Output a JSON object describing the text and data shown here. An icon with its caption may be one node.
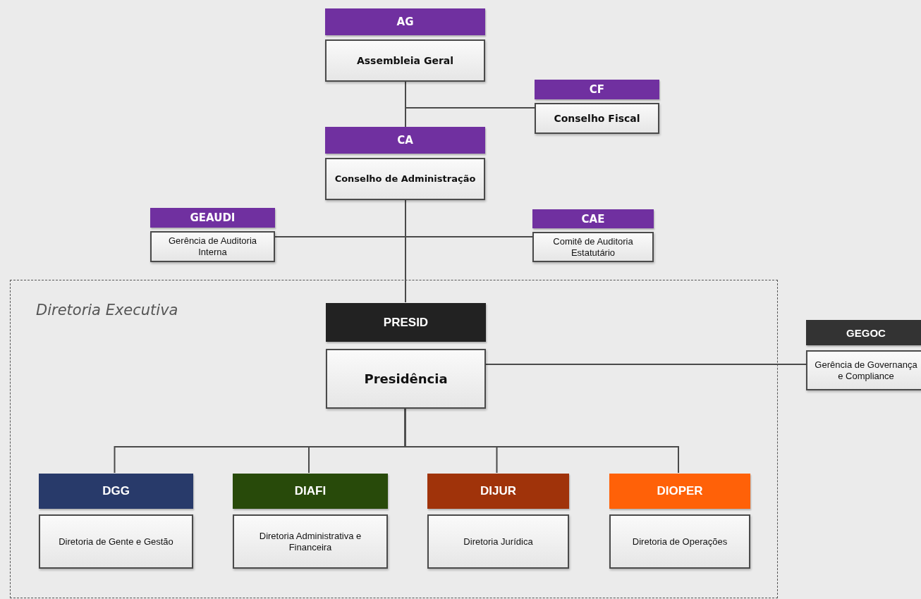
{
  "diagram": {
    "nodes": [
      {
        "text": [
          "AG",
          "Assembleia Geral"
        ]
      },
      {
        "text": [
          "CF",
          "Conselho Fiscal"
        ]
      },
      {
        "text": [
          "CA",
          "Conselho de Administração"
        ]
      },
      {
        "text": [
          "GEAUDI",
          "Gerência de Auditoria Interna"
        ]
      },
      {
        "text": [
          "CAE",
          "Comitê de Auditoria Estatutário"
        ]
      },
      {
        "text": [
          "Diretoria Executiva"
        ]
      },
      {
        "text": [
          "PRESID",
          "Presidência"
        ],
        "in": 5
      },
      {
        "text": [
          "GEGOC",
          "Gerência de Governança e Compliance"
        ]
      },
      {
        "text": [
          "DGG",
          "Diretoria de Gente e Gestão"
        ],
        "in": 5
      },
      {
        "text": [
          "DIAFI",
          "Diretoria Administrativa e Financeira"
        ],
        "in": 5
      },
      {
        "text": [
          "DIJUR",
          "Diretoria Jurídica"
        ],
        "in": 5
      },
      {
        "text": [
          "DIOPER",
          "Diretoria de Operações"
        ],
        "in": 5
      }
    ],
    "edges": [
      {
        "from": 0,
        "to": 2,
        "arrow": "none"
      },
      {
        "from": 0,
        "to": 1,
        "arrow": "none"
      },
      {
        "from": 2,
        "to": 3,
        "arrow": "none"
      },
      {
        "from": 2,
        "to": 4,
        "arrow": "none"
      },
      {
        "from": 2,
        "to": 6,
        "arrow": "none"
      },
      {
        "from": 6,
        "to": 7,
        "arrow": "none"
      },
      {
        "from": 6,
        "to": 8,
        "arrow": "none"
      },
      {
        "from": 6,
        "to": 9,
        "arrow": "none"
      },
      {
        "from": 6,
        "to": 10,
        "arrow": "none"
      },
      {
        "from": 6,
        "to": 11,
        "arrow": "none"
      }
    ]
  }
}
